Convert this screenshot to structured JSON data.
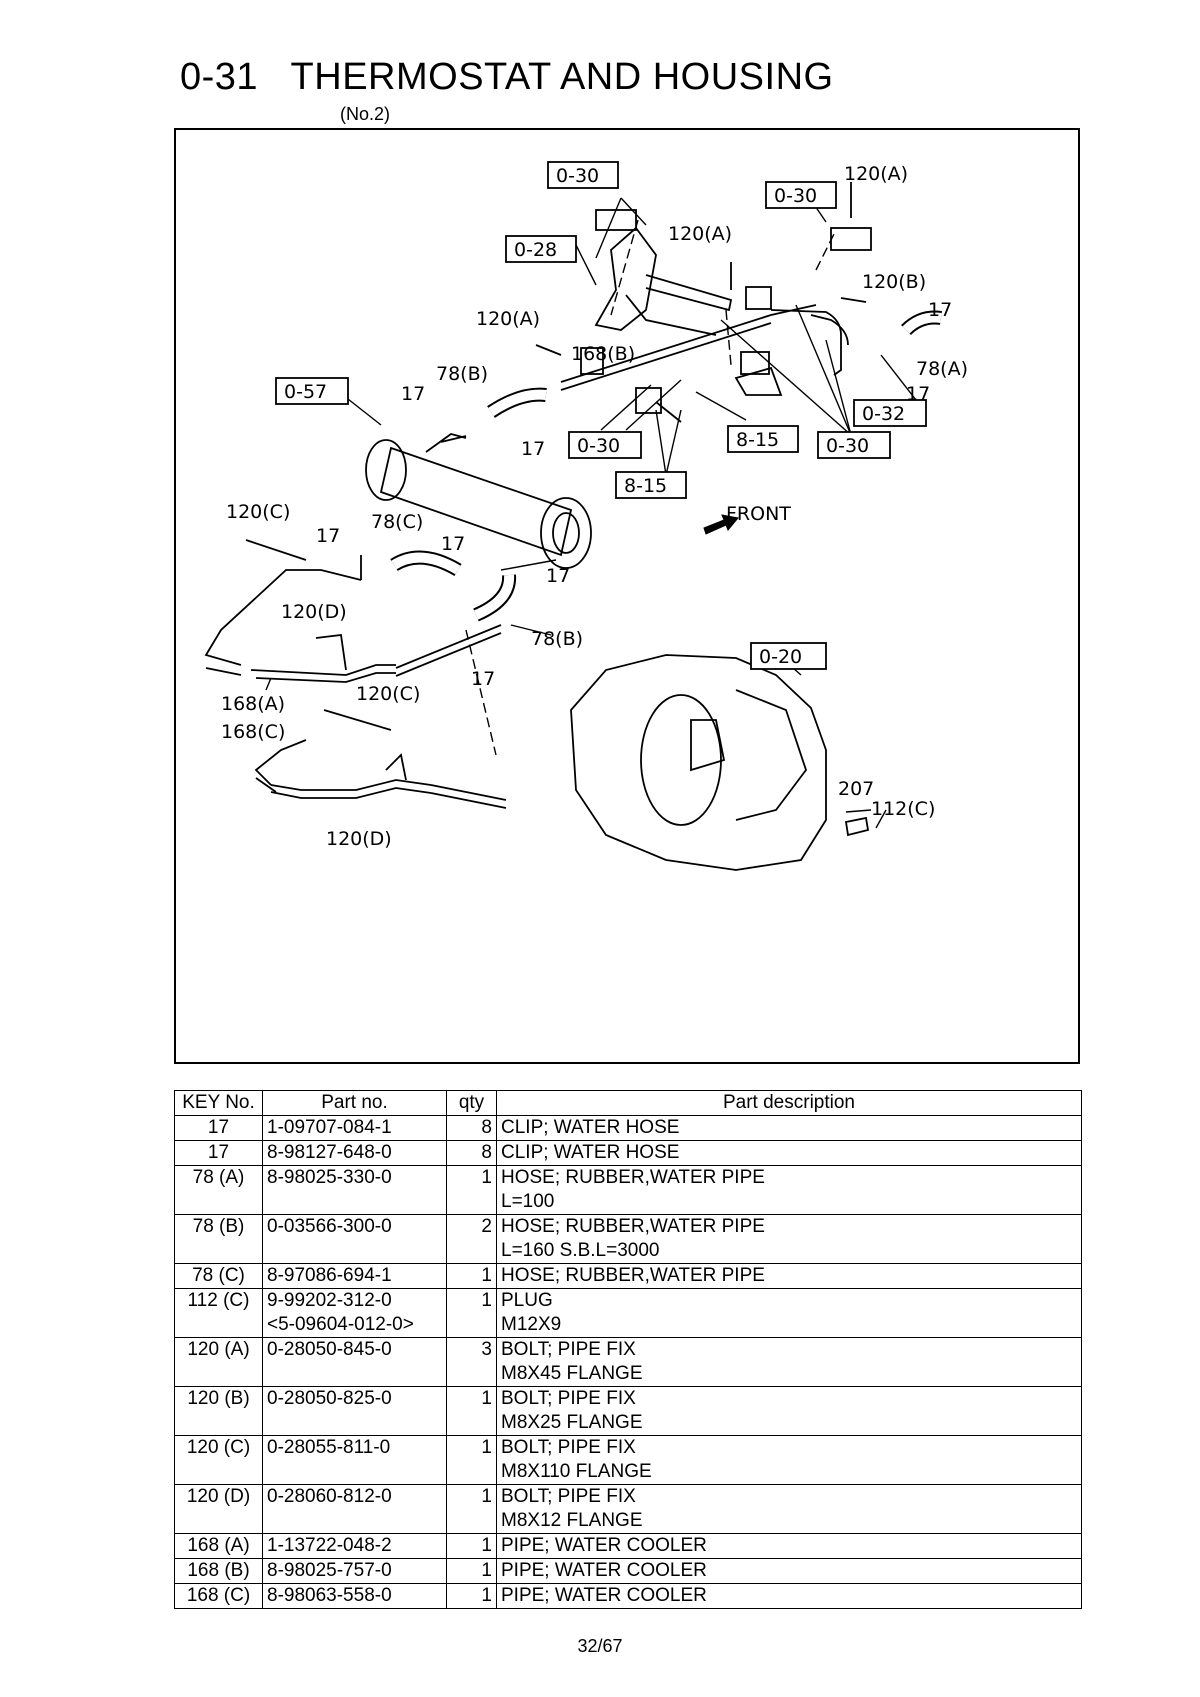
{
  "header": {
    "title": "0-31   THERMOSTAT AND HOUSING",
    "subtitle": "(No.2)"
  },
  "diagram": {
    "box_labels": [
      "0-30",
      "0-30",
      "0-28",
      "0-57",
      "0-30",
      "8-15",
      "0-30",
      "0-32",
      "8-15",
      "0-20"
    ],
    "callouts": [
      "120(A)",
      "120(A)",
      "120(B)",
      "17",
      "120(A)",
      "168(B)",
      "78(A)",
      "17",
      "78(B)",
      "17",
      "17",
      "FRONT",
      "120(C)",
      "17",
      "78(C)",
      "17",
      "17",
      "120(D)",
      "78(B)",
      "17",
      "168(A)",
      "120(C)",
      "168(C)",
      "207",
      "112(C)",
      "120(D)"
    ]
  },
  "table": {
    "headers": [
      "KEY No.",
      "Part no.",
      "qty",
      "Part description"
    ],
    "rows": [
      {
        "key": "17",
        "part": [
          "1-09707-084-1"
        ],
        "qty": "8",
        "desc": [
          "CLIP; WATER HOSE"
        ]
      },
      {
        "key": "17",
        "part": [
          "8-98127-648-0"
        ],
        "qty": "8",
        "desc": [
          "CLIP; WATER HOSE"
        ]
      },
      {
        "key": "78 (A)",
        "part": [
          "8-98025-330-0"
        ],
        "qty": "1",
        "desc": [
          "HOSE; RUBBER,WATER PIPE",
          "L=100"
        ]
      },
      {
        "key": "78 (B)",
        "part": [
          "0-03566-300-0"
        ],
        "qty": "2",
        "desc": [
          "HOSE; RUBBER,WATER PIPE",
          "L=160 S.B.L=3000"
        ]
      },
      {
        "key": "78 (C)",
        "part": [
          "8-97086-694-1"
        ],
        "qty": "1",
        "desc": [
          "HOSE; RUBBER,WATER PIPE"
        ]
      },
      {
        "key": "112 (C)",
        "part": [
          "9-99202-312-0",
          "<5-09604-012-0>"
        ],
        "qty": "1",
        "desc": [
          "PLUG",
          "M12X9"
        ]
      },
      {
        "key": "120 (A)",
        "part": [
          "0-28050-845-0"
        ],
        "qty": "3",
        "desc": [
          "BOLT; PIPE FIX",
          "M8X45 FLANGE"
        ]
      },
      {
        "key": "120 (B)",
        "part": [
          "0-28050-825-0"
        ],
        "qty": "1",
        "desc": [
          "BOLT; PIPE FIX",
          "M8X25 FLANGE"
        ]
      },
      {
        "key": "120 (C)",
        "part": [
          "0-28055-811-0"
        ],
        "qty": "1",
        "desc": [
          "BOLT; PIPE FIX",
          "M8X110 FLANGE"
        ]
      },
      {
        "key": "120 (D)",
        "part": [
          "0-28060-812-0"
        ],
        "qty": "1",
        "desc": [
          "BOLT; PIPE FIX",
          "M8X12 FLANGE"
        ]
      },
      {
        "key": "168 (A)",
        "part": [
          "1-13722-048-2"
        ],
        "qty": "1",
        "desc": [
          "PIPE; WATER COOLER"
        ]
      },
      {
        "key": "168 (B)",
        "part": [
          "8-98025-757-0"
        ],
        "qty": "1",
        "desc": [
          "PIPE; WATER COOLER"
        ]
      },
      {
        "key": "168 (C)",
        "part": [
          "8-98063-558-0"
        ],
        "qty": "1",
        "desc": [
          "PIPE; WATER COOLER"
        ]
      }
    ]
  },
  "footer": {
    "page_number": "32/67"
  }
}
